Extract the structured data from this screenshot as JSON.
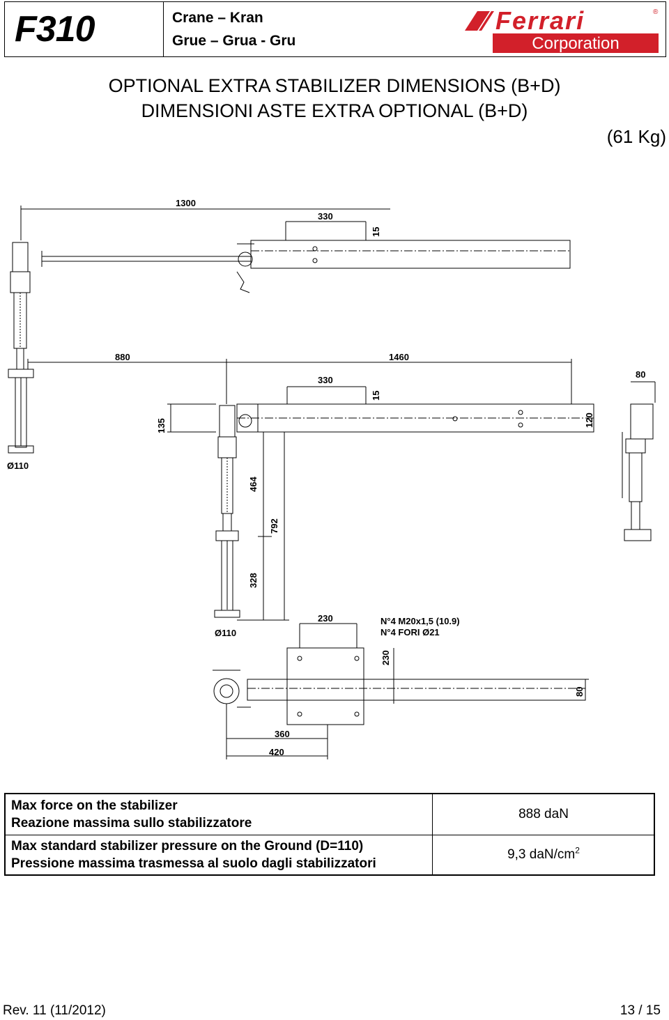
{
  "header": {
    "model": "F310",
    "title_line1": "Crane – Kran",
    "title_line2": "Grue – Grua - Gru",
    "logo_word": "Ferrari",
    "logo_sub": "Corporation"
  },
  "headings": {
    "line1": "OPTIONAL EXTRA STABILIZER DIMENSIONS (B+D)",
    "line2": "DIMENSIONI ASTE EXTRA OPTIONAL (B+D)",
    "weight": "(61 Kg)"
  },
  "drawing": {
    "dims": {
      "d1300": "1300",
      "d330a": "330",
      "d15a": "15",
      "d880": "880",
      "d1460": "1460",
      "d330b": "330",
      "d15b": "15",
      "d80a": "80",
      "d135": "135",
      "d120": "120",
      "d464": "464",
      "d792": "792",
      "d328": "328",
      "d110a": "Ø110",
      "d110b": "Ø110",
      "d230a": "230",
      "d230b": "230",
      "d80b": "80",
      "d360": "360",
      "d420": "420",
      "note1": "N°4 M20x1,5 (10.9)",
      "note2": "N°4 FORI Ø21"
    }
  },
  "table": {
    "row1_left_1": "Max force on the stabilizer",
    "row1_left_2": "Reazione massima sullo stabilizzatore",
    "row1_right": "888 daN",
    "row2_left_1": "Max standard stabilizer pressure on the Ground (D=110)",
    "row2_left_2": "Pressione massima trasmessa al suolo dagli stabilizzatori",
    "row2_right": "9,3 daN/cm",
    "row2_right_sup": "2"
  },
  "footer": {
    "revision": "Rev. 11  (11/2012)",
    "page": "13 / 15"
  }
}
